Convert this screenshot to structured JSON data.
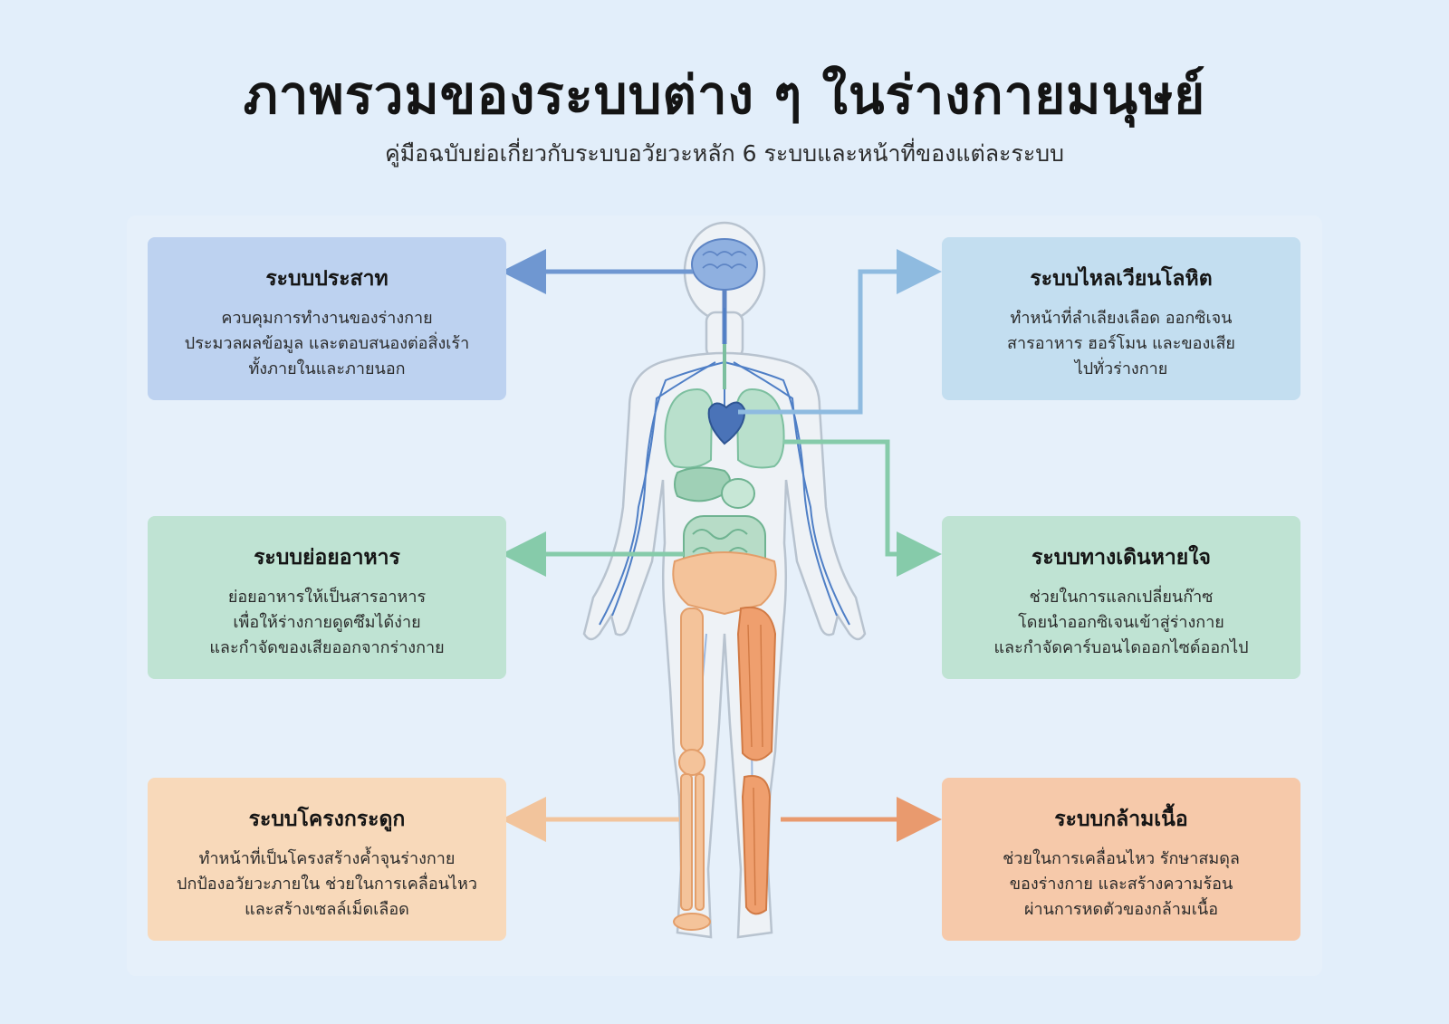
{
  "title": "ภาพรวมของระบบต่าง ๆ ในร่างกายมนุษย์",
  "subtitle": "คู่มือฉบับย่อเกี่ยวกับระบบอวัยวะหลัก 6 ระบบและหน้าที่ของแต่ละระบบ",
  "systems": {
    "nervous": {
      "name": "ระบบประสาท",
      "description": "ควบคุมการทำงานของร่างกาย\nประมวลผลข้อมูล และตอบสนองต่อสิ่งเร้า\nทั้งภายในและภายนอก",
      "color": "#bdd2f0"
    },
    "circulatory": {
      "name": "ระบบไหลเวียนโลหิต",
      "description": "ทำหน้าที่ลำเลียงเลือด ออกซิเจน\nสารอาหาร ฮอร์โมน และของเสีย\nไปทั่วร่างกาย",
      "color": "#c3def0"
    },
    "digestive": {
      "name": "ระบบย่อยอาหาร",
      "description": "ย่อยอาหารให้เป็นสารอาหาร\nเพื่อให้ร่างกายดูดซึมได้ง่าย\nและกำจัดของเสียออกจากร่างกาย",
      "color": "#bfe3d3"
    },
    "respiratory": {
      "name": "ระบบทางเดินหายใจ",
      "description": "ช่วยในการแลกเปลี่ยนก๊าซ\nโดยนำออกซิเจนเข้าสู่ร่างกาย\nและกำจัดคาร์บอนไดออกไซด์ออกไป",
      "color": "#bfe3d3"
    },
    "skeletal": {
      "name": "ระบบโครงกระดูก",
      "description": "ทำหน้าที่เป็นโครงสร้างค้ำจุนร่างกาย\nปกป้องอวัยวะภายใน ช่วยในการเคลื่อนไหว\nและสร้างเซลล์เม็ดเลือด",
      "color": "#f8d9ba"
    },
    "muscular": {
      "name": "ระบบกล้ามเนื้อ",
      "description": "ช่วยในการเคลื่อนไหว รักษาสมดุล\nของร่างกาย และสร้างความร้อน\nผ่านการหดตัวของกล้ามเนื้อ",
      "color": "#f6c9aa"
    }
  },
  "colors": {
    "nerve_arrow": "#6f97d1",
    "circulation_arrow": "#8fbbe0",
    "respiratory_arrow": "#86cbaa",
    "digestive_arrow": "#86cbaa",
    "skeletal_arrow": "#f2c49c",
    "muscular_arrow": "#e99a6e"
  }
}
